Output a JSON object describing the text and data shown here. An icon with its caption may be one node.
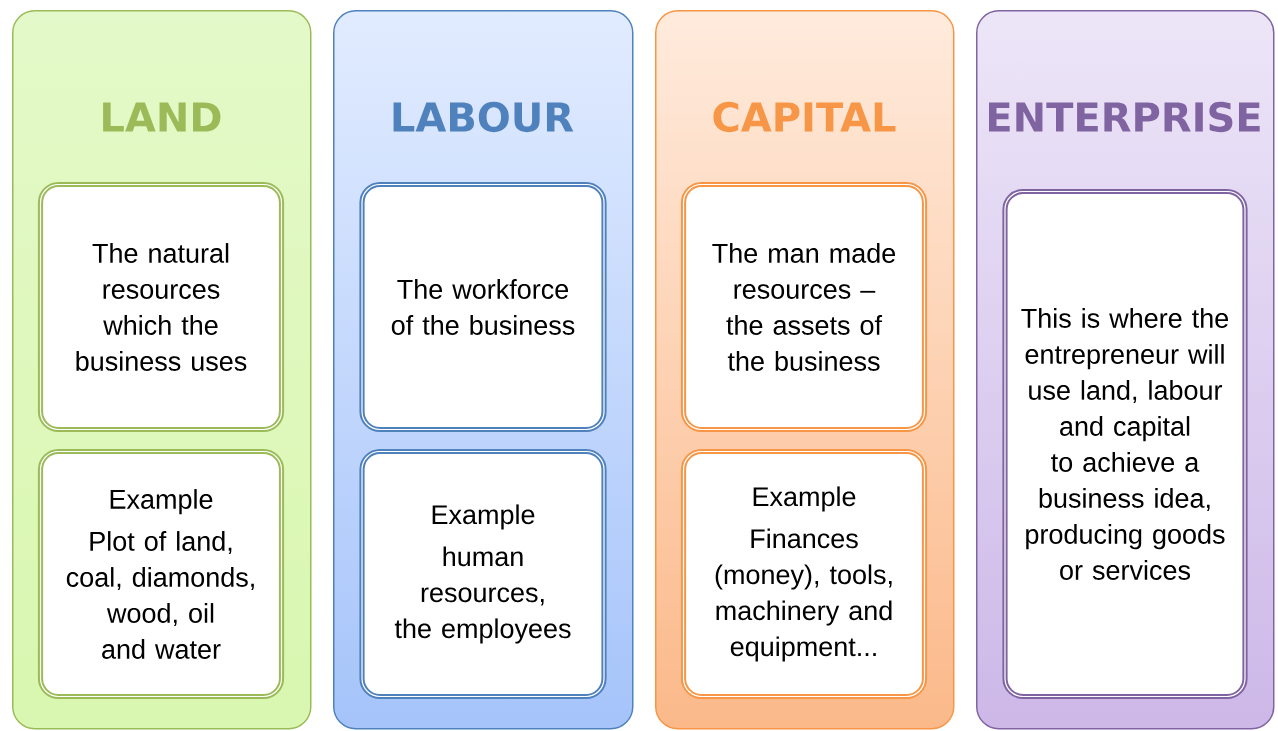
{
  "diagram": {
    "nodes": [
      {
        "text": [
          "LAND"
        ]
      },
      {
        "text": [
          "The natural resources which the business uses"
        ],
        "in": 0
      },
      {
        "text": [
          "Example",
          "Plot of land, coal, diamonds, wood, oil and water"
        ],
        "in": 0
      },
      {
        "text": [
          "LABOUR"
        ]
      },
      {
        "text": [
          "The workforce of the business"
        ],
        "in": 3
      },
      {
        "text": [
          "Example",
          "human resources, the employees"
        ],
        "in": 3
      },
      {
        "text": [
          "CAPITAL"
        ]
      },
      {
        "text": [
          "The man made resources – the assets of the business"
        ],
        "in": 6
      },
      {
        "text": [
          "Example",
          "Finances (money), tools, machinery and equipment..."
        ],
        "in": 6
      },
      {
        "text": [
          "ENTERPRISE"
        ]
      },
      {
        "text": [
          "This is where the entrepreneur will use land, labour and capital to achieve a business idea, producing goods or services"
        ],
        "in": 9
      }
    ],
    "edges": []
  }
}
